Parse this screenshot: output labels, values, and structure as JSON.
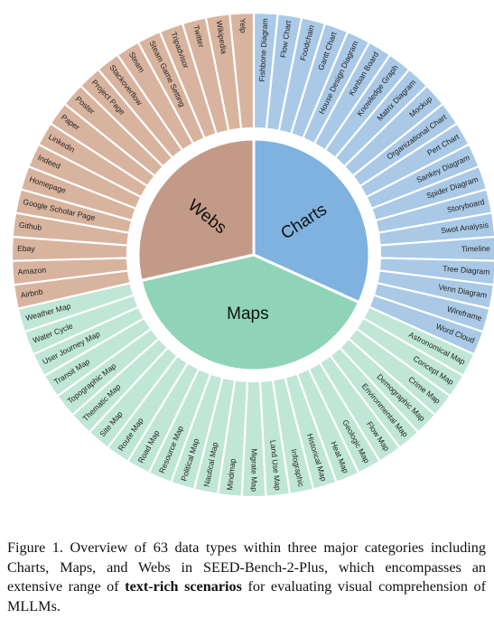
{
  "colors": {
    "charts_inner": "#7fb2de",
    "charts_outer": "#a9c9e6",
    "maps_inner": "#8fd4b8",
    "maps_outer": "#bfe6d6",
    "webs_inner": "#c39a88",
    "webs_outer": "#d8b49e",
    "separator": "#ffffff"
  },
  "chart_data": {
    "type": "sunburst",
    "categories": [
      {
        "name": "Charts",
        "items": [
          "Fishbone Diagram",
          "Flow Chart",
          "Foodchain",
          "Gantt Chart",
          "House Design Diagram",
          "Kanban Board",
          "Knowledge Graph",
          "Matrix Diagram",
          "Mockup",
          "Organizational Chart",
          "Pert Chart",
          "Sankey Diagram",
          "Spider Diagram",
          "Storyboard",
          "Swot Analysis",
          "Timeline",
          "Tree Diagram",
          "Venn Diagram",
          "Wireframe",
          "Word Cloud"
        ]
      },
      {
        "name": "Maps",
        "items": [
          "Astronomical Map",
          "Concept Map",
          "Crime Map",
          "Demographic Map",
          "Environmental Map",
          "Flow Map",
          "Geologic Map",
          "Heat Map",
          "Historical Map",
          "Infographic",
          "Land Use Map",
          "Migrate Map",
          "Mindmap",
          "Nautical Map",
          "Political Map",
          "Resource Map",
          "Road Map",
          "Route Map",
          "Site Map",
          "Thematic Map",
          "Topographic Map",
          "Transit Map",
          "User Journey Map",
          "Water Cycle",
          "Weather Map"
        ]
      },
      {
        "name": "Webs",
        "items": [
          "Airbnb",
          "Amazon",
          "Ebay",
          "Github",
          "Google Scholar Page",
          "Homepage",
          "Indeed",
          "Linkedin",
          "Paper",
          "Poster",
          "Project Page",
          "Stackoverflow",
          "Steam",
          "Steam Game Setting",
          "Tripadvisor",
          "Twitter",
          "Wikipedia",
          "Yelp"
        ]
      }
    ]
  },
  "caption": {
    "prefix": "Figure 1. Overview of 63 data types within three major categories including Charts, Maps, and Webs in SEED-Bench-2-Plus, which encompasses an extensive range of ",
    "bold": "text-rich scenarios",
    "suffix": " for evaluating visual comprehension of MLLMs."
  }
}
